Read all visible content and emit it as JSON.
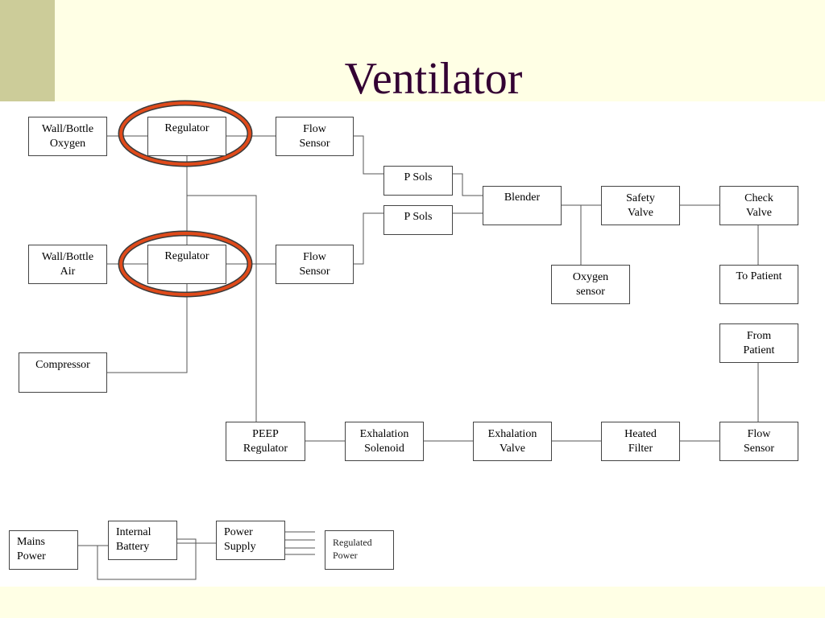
{
  "slide": {
    "title": "Ventilator",
    "colors": {
      "background": "#ffffe5",
      "accent_bar": "#cccc99",
      "title": "#330033",
      "highlight": "#e04a1a"
    }
  },
  "diagram": {
    "gas_flow": {
      "oxygen_source": [
        "Wall/Bottle",
        "Oxygen"
      ],
      "air_source": [
        "Wall/Bottle",
        "Air"
      ],
      "compressor": "Compressor",
      "regulator_oxygen": "Regulator",
      "regulator_air": "Regulator",
      "flow_sensor_oxygen": [
        "Flow",
        "Sensor"
      ],
      "flow_sensor_air": [
        "Flow",
        "Sensor"
      ],
      "p_sols_top": "P Sols",
      "p_sols_bottom": "P Sols",
      "blender": "Blender",
      "oxygen_sensor": [
        "Oxygen",
        "sensor"
      ],
      "safety_valve": [
        "Safety",
        "Valve"
      ],
      "check_valve": [
        "Check",
        "Valve"
      ],
      "to_patient": "To Patient"
    },
    "exhalation_path": {
      "from_patient": [
        "From",
        "Patient"
      ],
      "flow_sensor": [
        "Flow",
        "Sensor"
      ],
      "heated_filter": [
        "Heated",
        "Filter"
      ],
      "exhalation_valve": [
        "Exhalation",
        "Valve"
      ],
      "exhalation_solenoid": [
        "Exhalation",
        "Solenoid"
      ],
      "peep_regulator": [
        "PEEP",
        "Regulator"
      ]
    },
    "power": {
      "mains_power": [
        "Mains",
        "Power"
      ],
      "internal_battery": [
        "Internal",
        "Battery"
      ],
      "power_supply": [
        "Power",
        "Supply"
      ],
      "regulated_power": [
        "Regulated",
        "Power"
      ]
    }
  }
}
